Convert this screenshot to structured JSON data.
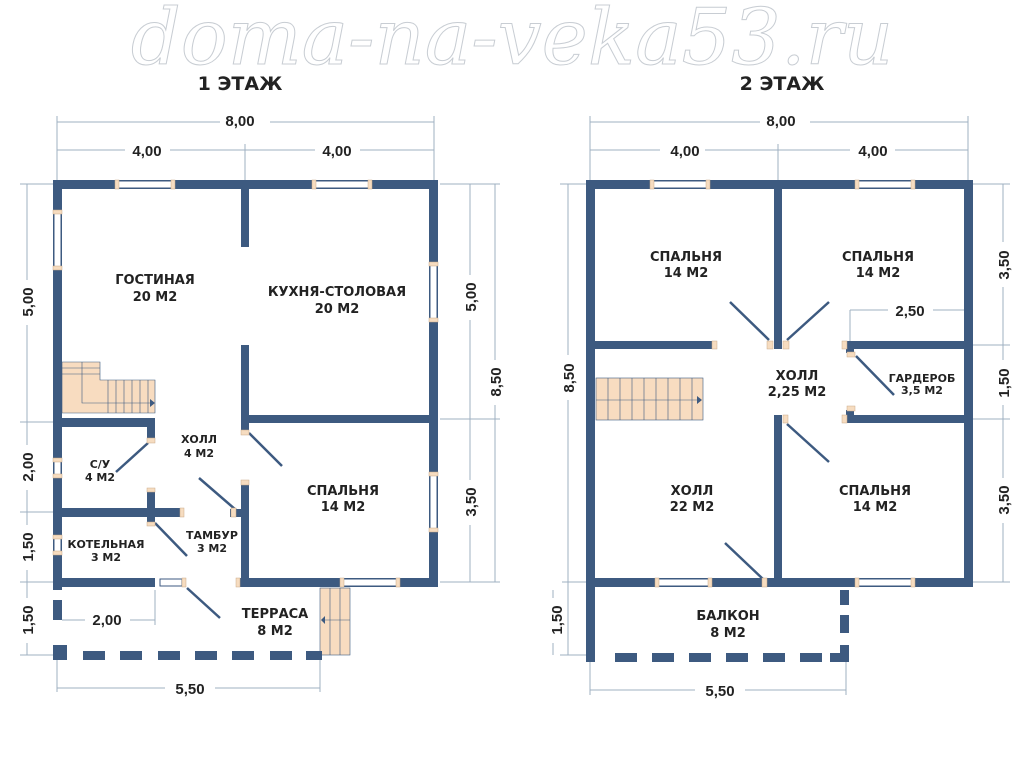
{
  "watermark": "doma-na-veka53.ru",
  "floor1": {
    "title": "1 ЭТАЖ",
    "dims": {
      "total_width": "8,00",
      "left_width": "4,00",
      "right_width": "4,00",
      "left_top": "5,00",
      "left_mid": "2,00",
      "left_low": "1,50",
      "left_terrace": "1,50",
      "terrace_inner": "2,00",
      "terrace_width": "5,50",
      "right_top": "5,00",
      "right_low": "3,50",
      "total_height": "8,50"
    },
    "rooms": [
      {
        "name": "ГОСТИНАЯ",
        "area": "20 М2"
      },
      {
        "name": "КУХНЯ-СТОЛОВАЯ",
        "area": "20 М2"
      },
      {
        "name": "С/У",
        "area": "4 М2"
      },
      {
        "name": "ХОЛЛ",
        "area": "4 М2"
      },
      {
        "name": "СПАЛЬНЯ",
        "area": "14 М2"
      },
      {
        "name": "КОТЕЛЬНАЯ",
        "area": "3 М2"
      },
      {
        "name": "ТАМБУР",
        "area": "3 М2"
      },
      {
        "name": "ТЕРРАСА",
        "area": "8 М2"
      }
    ]
  },
  "floor2": {
    "title": "2 ЭТАЖ",
    "dims": {
      "total_width": "8,00",
      "left_width": "4,00",
      "right_width": "4,00",
      "total_height": "8,50",
      "balcony_depth": "1,50",
      "balcony_width": "5,50",
      "right_top": "3,50",
      "right_mid": "1,50",
      "right_low": "3,50",
      "wardrobe_width": "2,50"
    },
    "rooms": [
      {
        "name": "СПАЛЬНЯ",
        "area": "14 М2"
      },
      {
        "name": "СПАЛЬНЯ",
        "area": "14 М2"
      },
      {
        "name": "ХОЛЛ",
        "area": "2,25 М2"
      },
      {
        "name": "ГАРДЕРОБ",
        "area": "3,5 М2"
      },
      {
        "name": "ХОЛЛ",
        "area": "22 М2"
      },
      {
        "name": "СПАЛЬНЯ",
        "area": "14 М2"
      },
      {
        "name": "БАЛКОН",
        "area": "8 М2"
      }
    ]
  }
}
